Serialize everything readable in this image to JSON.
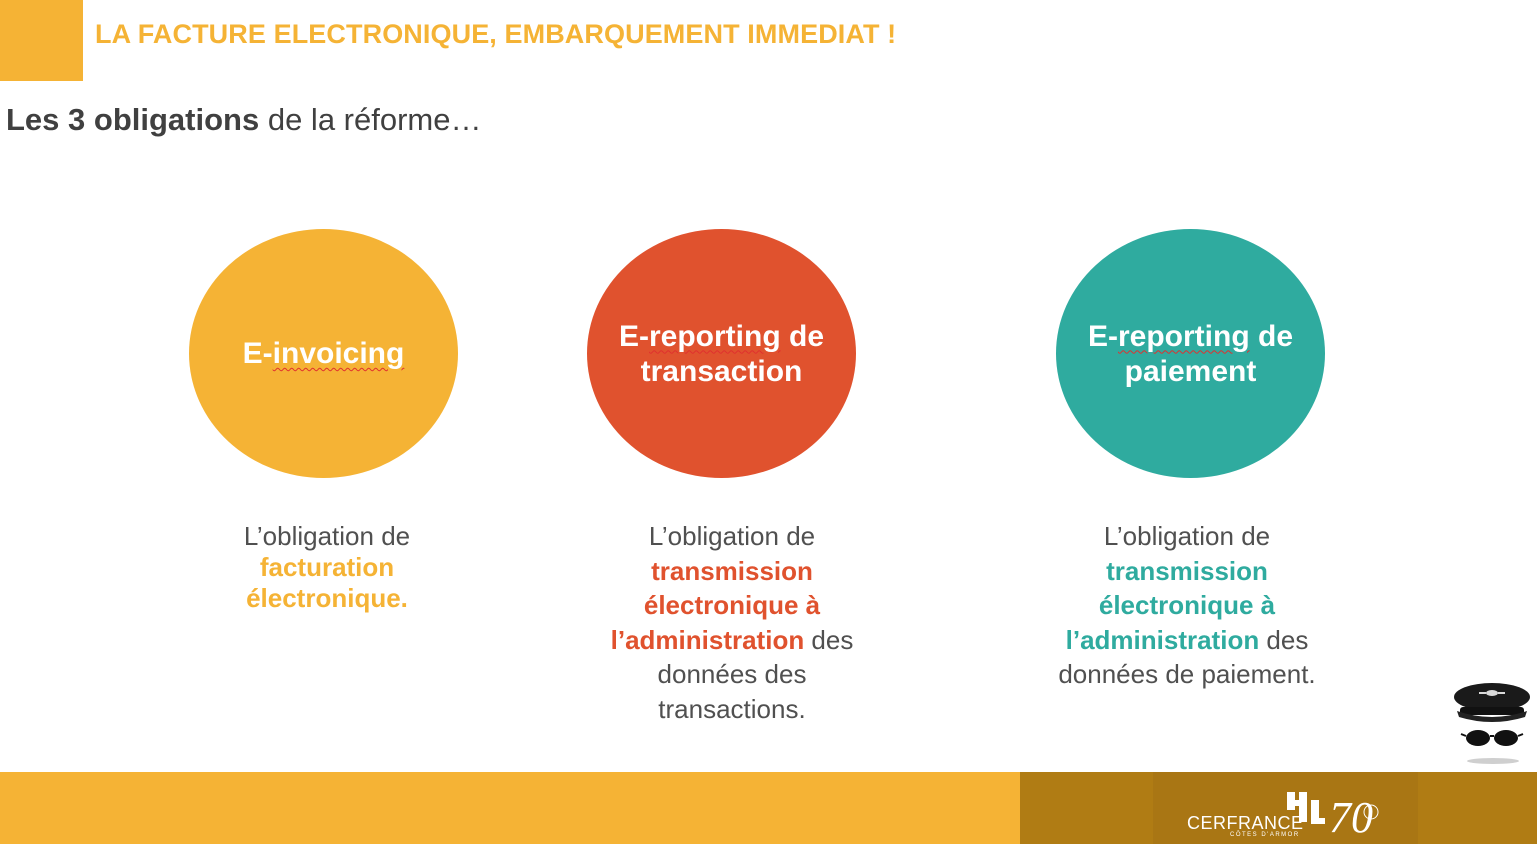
{
  "header": {
    "title": "LA FACTURE ELECTRONIQUE, EMBARQUEMENT IMMEDIAT !"
  },
  "subtitle": {
    "bold": "Les 3 obligations",
    "rest": " de la réforme…"
  },
  "obligations": [
    {
      "circle_prefix": "E-",
      "circle_word": "invoicing",
      "desc_lead": "L’obligation de",
      "desc_highlight_1": "facturation",
      "desc_highlight_2": "électronique.",
      "color": "#f5b335"
    },
    {
      "circle_prefix": "E-",
      "circle_word": "reporting",
      "circle_rest": " de",
      "circle_line2": "transaction",
      "desc_lead": "L’obligation de",
      "desc_highlight_1": "transmission",
      "desc_highlight_2": "électronique à",
      "desc_highlight_3": "l’administration",
      "desc_after": " des",
      "desc_line5": "données des",
      "desc_line6": "transactions.",
      "color": "#e0522e"
    },
    {
      "circle_prefix": "E-",
      "circle_word": "reporting",
      "circle_rest": " de",
      "circle_line2": "paiement",
      "desc_lead": "L’obligation de",
      "desc_highlight_1": "transmission",
      "desc_highlight_2": "électronique à",
      "desc_highlight_3": "l’administration",
      "desc_after": " des",
      "desc_line5": "données de paiement.",
      "color": "#2fab9f"
    }
  ],
  "footer": {
    "logo_name": "CERFRANCE",
    "logo_sub": "CÔTES D'ARMOR",
    "logo_anniversary": "70"
  },
  "icons": {
    "pilot": "pilot-cap-sunglasses-icon"
  },
  "colors": {
    "brand_yellow": "#f5b335",
    "brand_red": "#e0522e",
    "brand_teal": "#2fab9f",
    "footer_gold": "#b07c14"
  }
}
